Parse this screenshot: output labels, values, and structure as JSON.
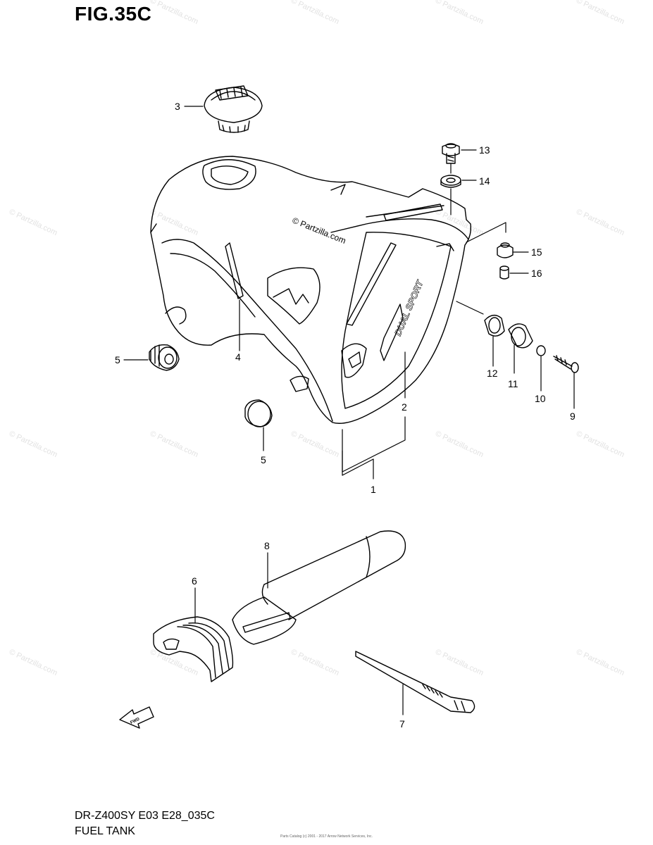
{
  "diagram": {
    "title": "FIG.35C",
    "model": "DR-Z400SY E03 E28_035C",
    "caption": "FUEL TANK",
    "watermark": "© Partzilla.com",
    "tank_decal": "DUAL SPORT",
    "fwd_label": "FWD",
    "copyright": "Parts Catalog (c) 2001 - 2017 Arrow Network Services, Inc.",
    "callouts": [
      "1",
      "2",
      "3",
      "4",
      "5",
      "5",
      "6",
      "7",
      "8",
      "9",
      "10",
      "11",
      "12",
      "13",
      "14",
      "15",
      "16"
    ]
  }
}
